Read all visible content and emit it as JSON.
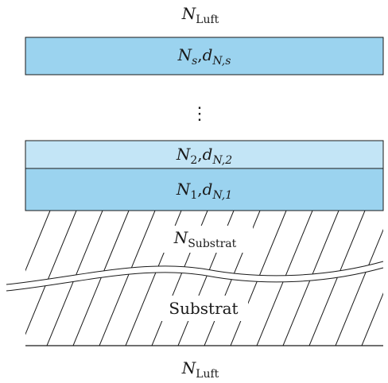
{
  "diagram": {
    "layers": {
      "top_air": {
        "symbol": "N",
        "subscript": "Luft"
      },
      "layer_s": {
        "n_symbol": "N",
        "n_sub": "s",
        "sep": ",",
        "d_symbol": "d",
        "d_sub": "N,s"
      },
      "ellipsis": "⋮",
      "layer_2": {
        "n_symbol": "N",
        "n_sub": "2",
        "sep": ",",
        "d_symbol": "d",
        "d_sub": "N,2"
      },
      "layer_1": {
        "n_symbol": "N",
        "n_sub": "1",
        "sep": ",",
        "d_symbol": "d",
        "d_sub": "N,1"
      },
      "substrate_index": {
        "symbol": "N",
        "subscript": "Substrat"
      },
      "substrate_label": "Substrat",
      "bottom_air": {
        "symbol": "N",
        "subscript": "Luft"
      }
    },
    "colors": {
      "layer_dark": "#9bd3ef",
      "layer_light": "#c3e5f6",
      "outline": "#1a1a1a"
    }
  }
}
